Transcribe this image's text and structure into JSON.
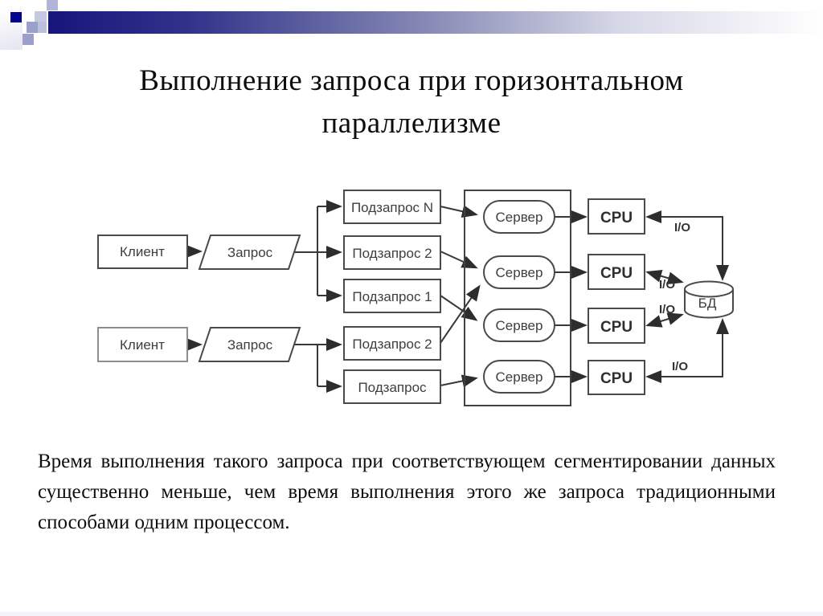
{
  "title": {
    "line1": "Выполнение запроса при горизонтальном",
    "line2": "параллелизме"
  },
  "diagram": {
    "clients": [
      "Клиент",
      "Клиент"
    ],
    "queries": [
      "Запрос",
      "Запрос"
    ],
    "subqueries": [
      "Подзапрос N",
      "Подзапрос 2",
      "Подзапрос 1",
      "Подзапрос 2",
      "Подзапрос"
    ],
    "servers": [
      "Сервер",
      "Сервер",
      "Сервер",
      "Сервер"
    ],
    "cpus": [
      "CPU",
      "CPU",
      "CPU",
      "CPU"
    ],
    "io": [
      "I/O",
      "I/O",
      "I/O",
      "I/O"
    ],
    "db": "БД"
  },
  "paragraph": "Время выполнения такого запроса при соответствующем сегментировании данных существенно меньше, чем время выполнения этого же запроса традиционными способами одним процессом.",
  "colors": {
    "accent_navy": "#16167b",
    "accent_square_navy": "#02028c",
    "accent_lavender": "#9aa0ca",
    "diagram_line": "#383838"
  }
}
